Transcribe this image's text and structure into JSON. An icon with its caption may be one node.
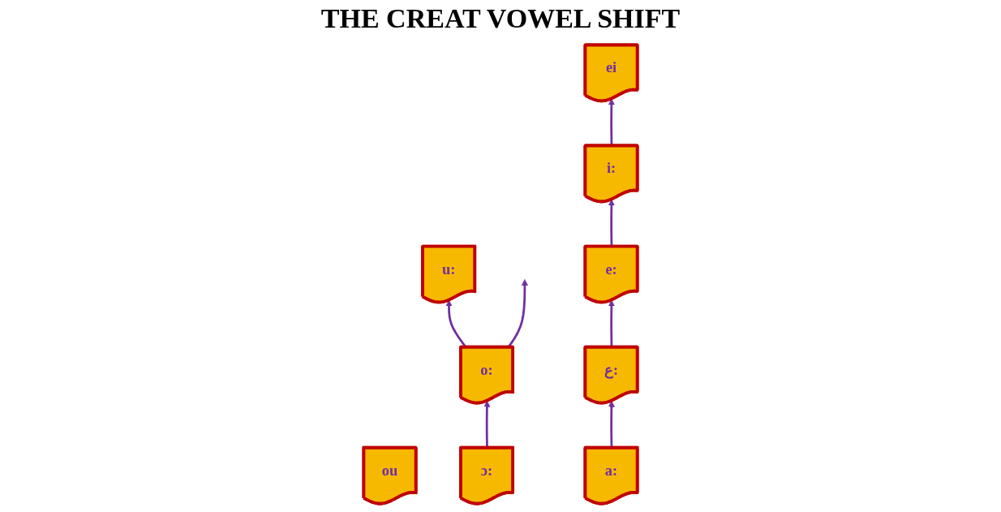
{
  "diagram": {
    "title": "THE CREAT VOWEL SHIFT",
    "nodes": [
      {
        "text": [
          "i:"
        ]
      },
      {
        "text": [
          "ei"
        ]
      },
      {
        "text": [
          "ou"
        ]
      },
      {
        "text": [
          "u:"
        ]
      },
      {
        "text": [
          "e:"
        ]
      },
      {
        "text": [
          "o:"
        ]
      },
      {
        "text": [
          "ع:"
        ]
      },
      {
        "text": [
          "a:"
        ]
      },
      {
        "text": [
          "ɔ:"
        ]
      }
    ],
    "edges": [
      {
        "from": 0,
        "to": 1,
        "arrow": "to"
      },
      {
        "from": 4,
        "to": 0,
        "arrow": "to"
      },
      {
        "from": 6,
        "to": 4,
        "arrow": "to"
      },
      {
        "from": 7,
        "to": 6,
        "arrow": "to"
      },
      {
        "from": 5,
        "to": 3,
        "arrow": "to"
      },
      {
        "from": 5,
        "to": null,
        "arrow": "to"
      },
      {
        "from": 8,
        "to": 5,
        "arrow": "to"
      }
    ]
  }
}
